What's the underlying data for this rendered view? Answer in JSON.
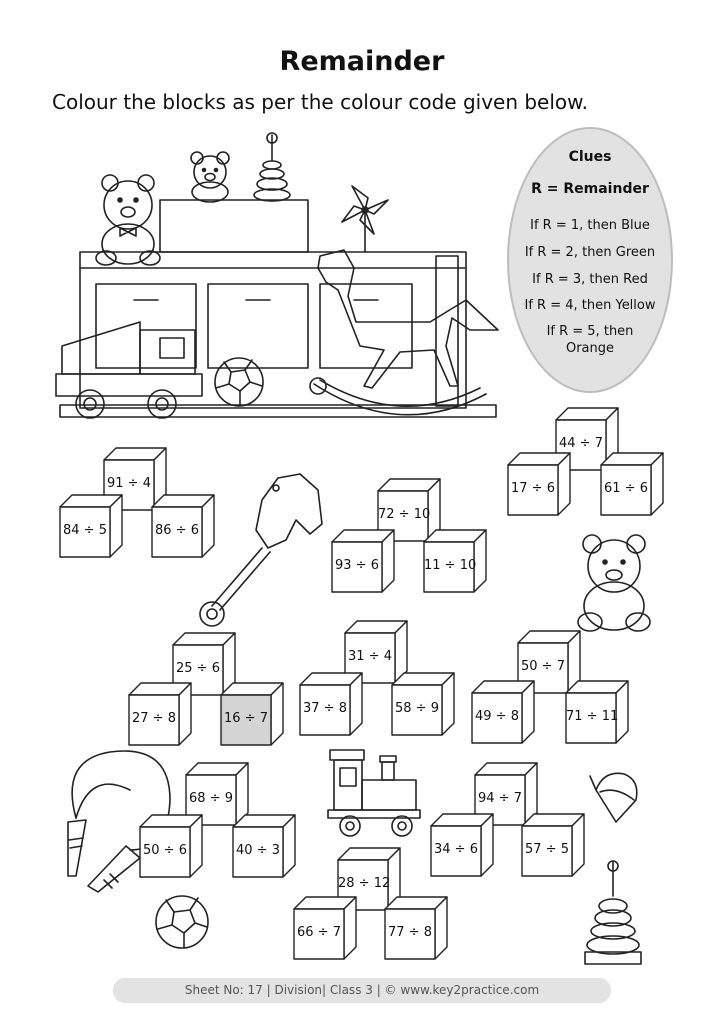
{
  "title": "Remainder",
  "instruction": "Colour the blocks as per the colour code given below.",
  "clues": {
    "heading": "Clues",
    "key": "R = Remainder",
    "rules": [
      "If R = 1, then Blue",
      "If R = 2, then Green",
      "If R = 3, then Red",
      "If R = 4, then Yellow",
      "If R = 5, then Orange"
    ]
  },
  "blocks": [
    {
      "text": "91 ÷ 4"
    },
    {
      "text": "84 ÷ 5"
    },
    {
      "text": "86 ÷ 6"
    },
    {
      "text": "72 ÷ 10"
    },
    {
      "text": "93 ÷ 6"
    },
    {
      "text": "11 ÷ 10"
    },
    {
      "text": "44 ÷ 7"
    },
    {
      "text": "17 ÷ 6"
    },
    {
      "text": "61 ÷ 6"
    },
    {
      "text": "25 ÷ 6"
    },
    {
      "text": "27 ÷ 8"
    },
    {
      "text": "16 ÷ 7",
      "shaded": true
    },
    {
      "text": "31 ÷ 4"
    },
    {
      "text": "37 ÷ 8"
    },
    {
      "text": "58 ÷ 9"
    },
    {
      "text": "50 ÷ 7"
    },
    {
      "text": "49 ÷ 8"
    },
    {
      "text": "71 ÷ 11"
    },
    {
      "text": "68 ÷ 9"
    },
    {
      "text": "50 ÷ 6"
    },
    {
      "text": "40 ÷ 3"
    },
    {
      "text": "94 ÷ 7"
    },
    {
      "text": "34 ÷ 6"
    },
    {
      "text": "57 ÷ 5"
    },
    {
      "text": "28 ÷ 12"
    },
    {
      "text": "66 ÷ 7"
    },
    {
      "text": "77 ÷ 8"
    }
  ],
  "colors": {
    "shaded_block": "#d4d4d4",
    "clues_bg": "#e2e2e2",
    "footer_bg": "#e3e3e3"
  },
  "footer": "Sheet No: 17 | Division| Class 3 | © www.key2practice.com"
}
